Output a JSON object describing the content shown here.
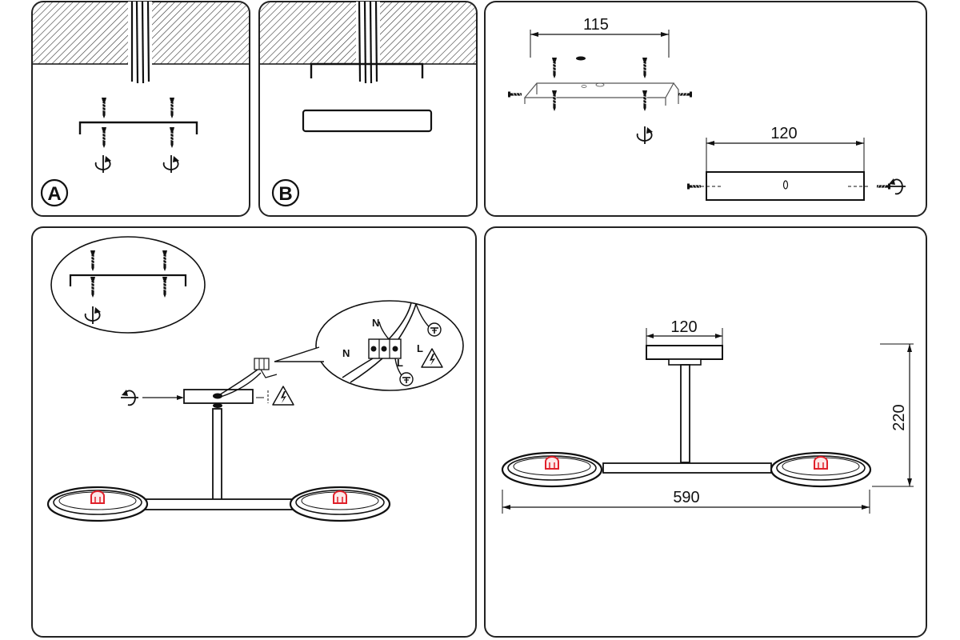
{
  "panels": {
    "a": {
      "label": "A"
    },
    "b": {
      "label": "B"
    },
    "c": {
      "dim_bracket": "115",
      "dim_canopy": "120"
    },
    "d": {
      "wire_n1": "N",
      "wire_l1": "L",
      "wire_n2": "N",
      "wire_l2": "L"
    },
    "e": {
      "dim_canopy": "120",
      "dim_height": "220",
      "dim_width": "590"
    }
  },
  "colors": {
    "line": "#111111",
    "hatch": "#333333",
    "accent": "#e0202a",
    "panel_border": "#222222"
  },
  "icons": [
    "screw-icon",
    "rotate-arrow-icon",
    "ground-icon",
    "high-voltage-warning-icon",
    "terminal-block-icon"
  ]
}
